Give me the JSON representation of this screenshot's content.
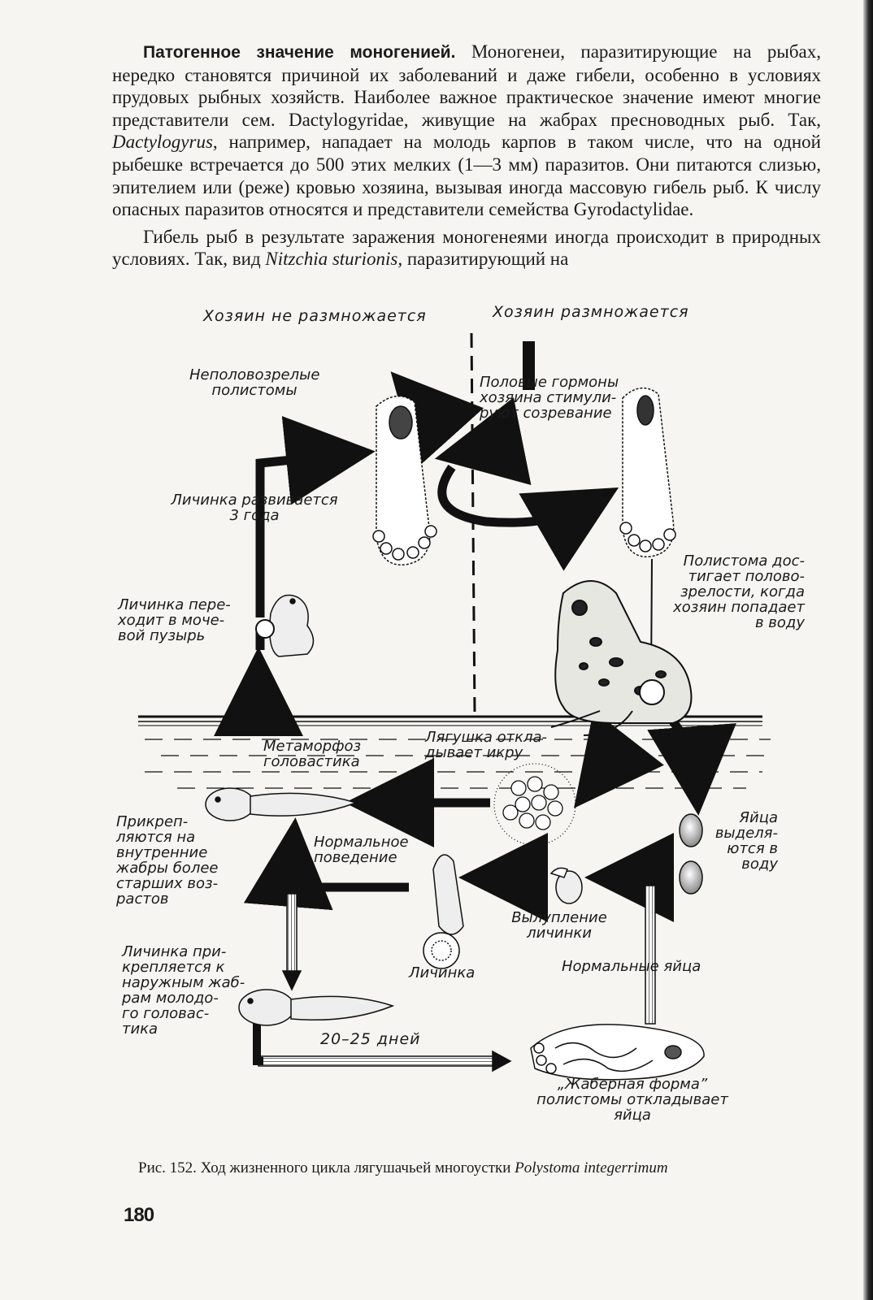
{
  "text": {
    "p1_heading": "Патогенное значение моногенией.",
    "p1_a": " Моногенеи, паразитирующие на рыбах, нередко становятся причиной их заболеваний и даже гибели, особенно в условиях прудовых рыбных хозяйств. Наиболее важное практическое значение имеют многие представители сем. Dactylogyridae, живущие на жабрах пресноводных рыб. Так, ",
    "p1_genus": "Dactylogyrus",
    "p1_b": ", например, нападает на молодь карпов в таком числе, что на одной рыбешке встречается до 500 этих мелких (1—3 мм) паразитов. Они питаются слизью, эпителием или (реже) кровью хозяина, вызывая иногда массовую гибель рыб. К числу опасных паразитов относятся и представители семейства Gyrodactylidae.",
    "p2_a": "Гибель рыб в результате заражения моногенеями иногда происходит в природных условиях. Так, вид ",
    "p2_species": "Nitzchia sturionis,",
    "p2_b": " паразитирующий на"
  },
  "figure": {
    "headers": {
      "left": "Хозяин не размножается",
      "right": "Хозяин размножается"
    },
    "labels": {
      "immature": "Неполовозрелые\nполистомы",
      "hormones": "Половые гормоны\nхозяина стимули-\nруют созревание",
      "develops": "Личинка развивается\n3 года",
      "mature": "Полистома дос-\nтигает полово-\nзрелости, когда\nхозяин попадает\nв воду",
      "bladder": "Личинка пере-\nходит в моче-\nвой пузырь",
      "metamorph": "Метаморфоз\nголовастика",
      "spawn": "Лягушка откла-\nдывает икру",
      "eggs_release": "Яйца\nвыделя-\nются в\nводу",
      "attach_internal": "Прикреп-\nляются на\nвнутренние\nжабры более\nстарших воз-\nрастов",
      "normal_behavior": "Нормальное\nповедение",
      "hatching": "Вылупление\nличинки",
      "larva": "Личинка",
      "normal_eggs": "Нормальные яйца",
      "attach_external": "Личинка при-\nкрепляется к\nнаружным жаб-\nрам молодо-\nго головас-\nтика",
      "days": "20–25 дней",
      "gill_form": "„Жаберная форма”\nполистомы откладывает\nяйца"
    }
  },
  "caption": {
    "prefix": "Рис. 152. Ход жизненного цикла лягушачьей многоустки ",
    "species": "Polystoma integerrimum"
  },
  "page_number": "180"
}
